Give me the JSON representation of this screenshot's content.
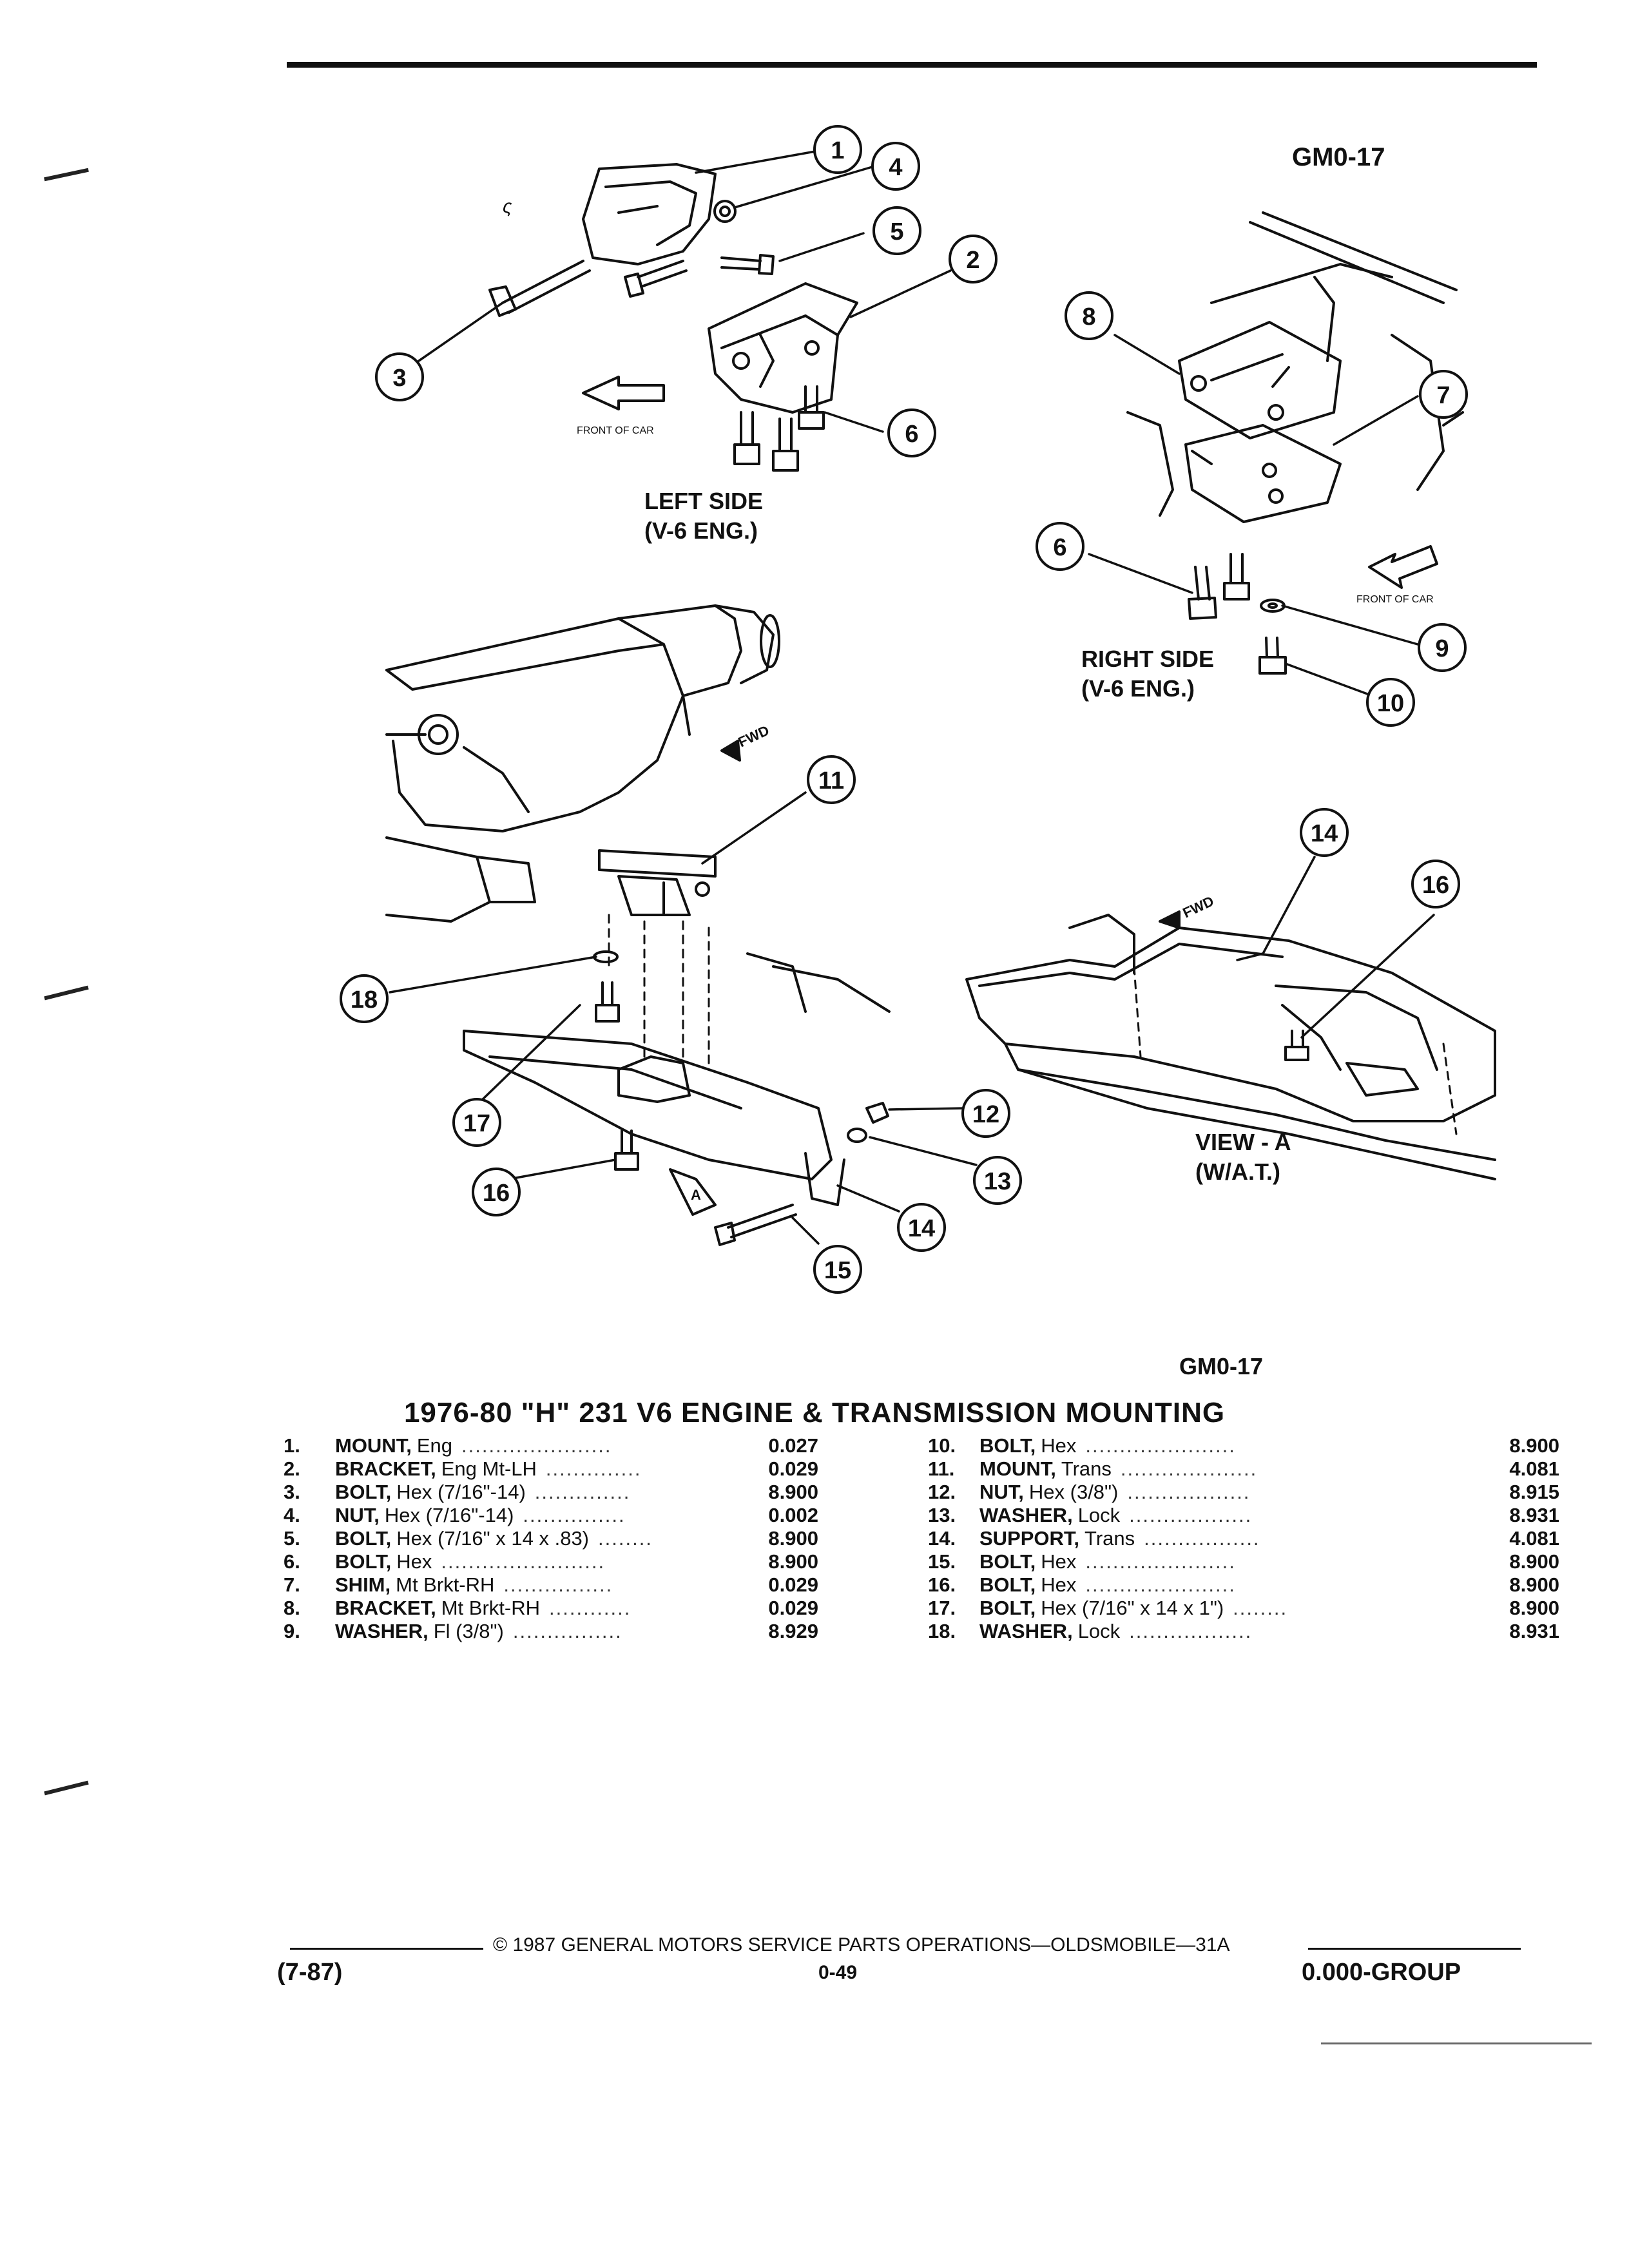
{
  "figure_code_top": "GM0-17",
  "figure_code_bottom": "GM0-17",
  "captions": {
    "left_side_1": "LEFT SIDE",
    "left_side_2": "(V-6 ENG.)",
    "right_side_1": "RIGHT SIDE",
    "right_side_2": "(V-6 ENG.)",
    "view_a_1": "VIEW - A",
    "view_a_2": "(W/A.T.)",
    "front_of_car_left": "FRONT OF CAR",
    "front_of_car_right": "FRONT OF CAR",
    "fwd_1": "FWD",
    "fwd_2": "FWD",
    "arrow_a": "A",
    "stray_mark": "ς"
  },
  "callouts": [
    "1",
    "2",
    "3",
    "4",
    "5",
    "6",
    "6",
    "7",
    "8",
    "9",
    "10",
    "11",
    "12",
    "13",
    "14",
    "14",
    "15",
    "16",
    "16",
    "17",
    "18"
  ],
  "title": "1976-80 \"H\" 231 V6 ENGINE & TRANSMISSION MOUNTING",
  "parts_left": [
    {
      "num": "1.",
      "name": "MOUNT,",
      "desc": "Eng",
      "dots": "......................",
      "code": "0.027"
    },
    {
      "num": "2.",
      "name": "BRACKET,",
      "desc": "Eng Mt-LH",
      "dots": "..............",
      "code": "0.029"
    },
    {
      "num": "3.",
      "name": "BOLT,",
      "desc": "Hex (7/16\"-14)",
      "dots": "..............",
      "code": "8.900"
    },
    {
      "num": "4.",
      "name": "NUT,",
      "desc": "Hex (7/16\"-14)",
      "dots": "...............",
      "code": "0.002"
    },
    {
      "num": "5.",
      "name": "BOLT,",
      "desc": "Hex (7/16\" x 14 x .83)",
      "dots": "........",
      "code": "8.900"
    },
    {
      "num": "6.",
      "name": "BOLT,",
      "desc": "Hex",
      "dots": "........................",
      "code": "8.900"
    },
    {
      "num": "7.",
      "name": "SHIM,",
      "desc": "Mt Brkt-RH",
      "dots": "................",
      "code": "0.029"
    },
    {
      "num": "8.",
      "name": "BRACKET,",
      "desc": "Mt Brkt-RH",
      "dots": "............",
      "code": "0.029"
    },
    {
      "num": "9.",
      "name": "WASHER,",
      "desc": "Fl (3/8\")",
      "dots": "................",
      "code": "8.929"
    }
  ],
  "parts_right": [
    {
      "num": "10.",
      "name": "BOLT,",
      "desc": "Hex",
      "dots": "......................",
      "code": "8.900"
    },
    {
      "num": "11.",
      "name": "MOUNT,",
      "desc": "Trans",
      "dots": "....................",
      "code": "4.081"
    },
    {
      "num": "12.",
      "name": "NUT,",
      "desc": "Hex (3/8\")",
      "dots": "..................",
      "code": "8.915"
    },
    {
      "num": "13.",
      "name": "WASHER,",
      "desc": "Lock",
      "dots": "..................",
      "code": "8.931"
    },
    {
      "num": "14.",
      "name": "SUPPORT,",
      "desc": "Trans",
      "dots": ".................",
      "code": "4.081"
    },
    {
      "num": "15.",
      "name": "BOLT,",
      "desc": "Hex",
      "dots": "......................",
      "code": "8.900"
    },
    {
      "num": "16.",
      "name": "BOLT,",
      "desc": "Hex",
      "dots": "......................",
      "code": "8.900"
    },
    {
      "num": "17.",
      "name": "BOLT,",
      "desc": "Hex (7/16\" x 14 x 1\")",
      "dots": "........",
      "code": "8.900"
    },
    {
      "num": "18.",
      "name": "WASHER,",
      "desc": "Lock",
      "dots": "..................",
      "code": "8.931"
    }
  ],
  "footer": {
    "copyright": "© 1987 GENERAL MOTORS SERVICE PARTS OPERATIONS—OLDSMOBILE—31A",
    "date": "(7-87)",
    "page": "0-49",
    "group": "0.000-GROUP"
  }
}
